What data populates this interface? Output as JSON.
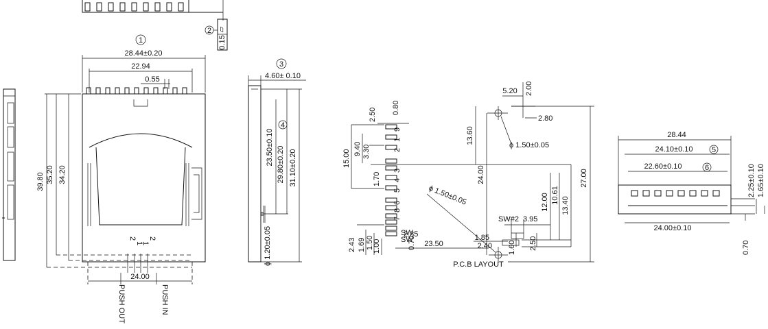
{
  "front_view": {
    "callout": "1",
    "overall_width": "28.44±0.20",
    "pin_span": "22.94",
    "pin_pitch": "0.55",
    "h1": "39.80",
    "h2": "35.20",
    "h3": "34.20",
    "push_width": "24.00",
    "push_out": "PUSH OUT",
    "push_in": "PUSH IN",
    "small_dims": [
      "2",
      "1",
      "1",
      "2"
    ]
  },
  "flatness": {
    "callout": "2",
    "symbol": "▱",
    "value": "0.15"
  },
  "side_view": {
    "callout": "3",
    "thickness": "4.60± 0.10",
    "d1": "23.50±0.10",
    "d2_callout": "4",
    "d2": "29.80±0.20",
    "d3": "31.10±0.20",
    "hole": "ϕ 1.20±0.05"
  },
  "pcb_layout": {
    "title": "P.C.B LAYOUT",
    "top_w": "5.20",
    "top_h": "2.00",
    "top_small": "2.80",
    "v_13_60": "13.60",
    "hole_top": "ϕ 1.50±0.05",
    "v_24_00": "24.00",
    "v_27_00": "27.00",
    "hole_bottom": "ϕ 1.50±0.05",
    "sw2": "SW#2",
    "w_3_95": "3.95",
    "v_12_00": "12.00",
    "v_10_61": "10.61",
    "v_13_40": "13.40",
    "l_2_50": "2.50",
    "l_0_80": "0.80",
    "l_9_40": "9.40",
    "l_15_00": "15.00",
    "l_3_30": "3.30",
    "l_1_70": "1.70",
    "l_2_35": "2.35",
    "l_2_43": "2.43",
    "l_1_69": "1.69",
    "l_1_50": "1.50",
    "l_1_00": "1.00",
    "l_0_70": "0.70",
    "w_23_50": "23.50",
    "w_1_85": "1.85",
    "w_2_40": "2.40",
    "v_1_60": "1.60",
    "v_2_50": "2.50",
    "pins": [
      "9",
      "1",
      "2",
      "3",
      "4",
      "5",
      "6",
      "8",
      "7"
    ],
    "sw_labels": [
      "SW",
      "SW"
    ]
  },
  "bottom_view": {
    "total": "28.44",
    "d5": "24.10±0.10",
    "d5_callout": "5",
    "d6": "22.60±0.10",
    "d6_callout": "6",
    "bottom": "24.00±0.10",
    "h_225": "2.25±0.10",
    "h_165": "1.65±0.10",
    "h_070": "0.70"
  }
}
